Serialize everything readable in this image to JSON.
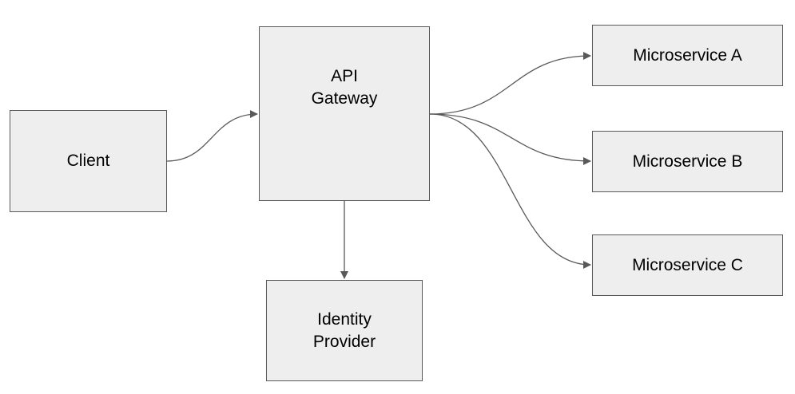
{
  "nodes": {
    "client": {
      "label": "Client"
    },
    "gateway": {
      "label": "API\nGateway"
    },
    "identity_provider": {
      "label": "Identity\nProvider"
    },
    "microservice_a": {
      "label": "Microservice A"
    },
    "microservice_b": {
      "label": "Microservice B"
    },
    "microservice_c": {
      "label": "Microservice C"
    }
  },
  "edges": [
    {
      "from": "client",
      "to": "gateway"
    },
    {
      "from": "gateway",
      "to": "microservice_a"
    },
    {
      "from": "gateway",
      "to": "microservice_b"
    },
    {
      "from": "gateway",
      "to": "microservice_c"
    },
    {
      "from": "gateway",
      "to": "identity_provider"
    }
  ],
  "colors": {
    "node_fill": "#eeeeee",
    "node_border": "#595959",
    "edge": "#595959",
    "text": "#000000"
  }
}
